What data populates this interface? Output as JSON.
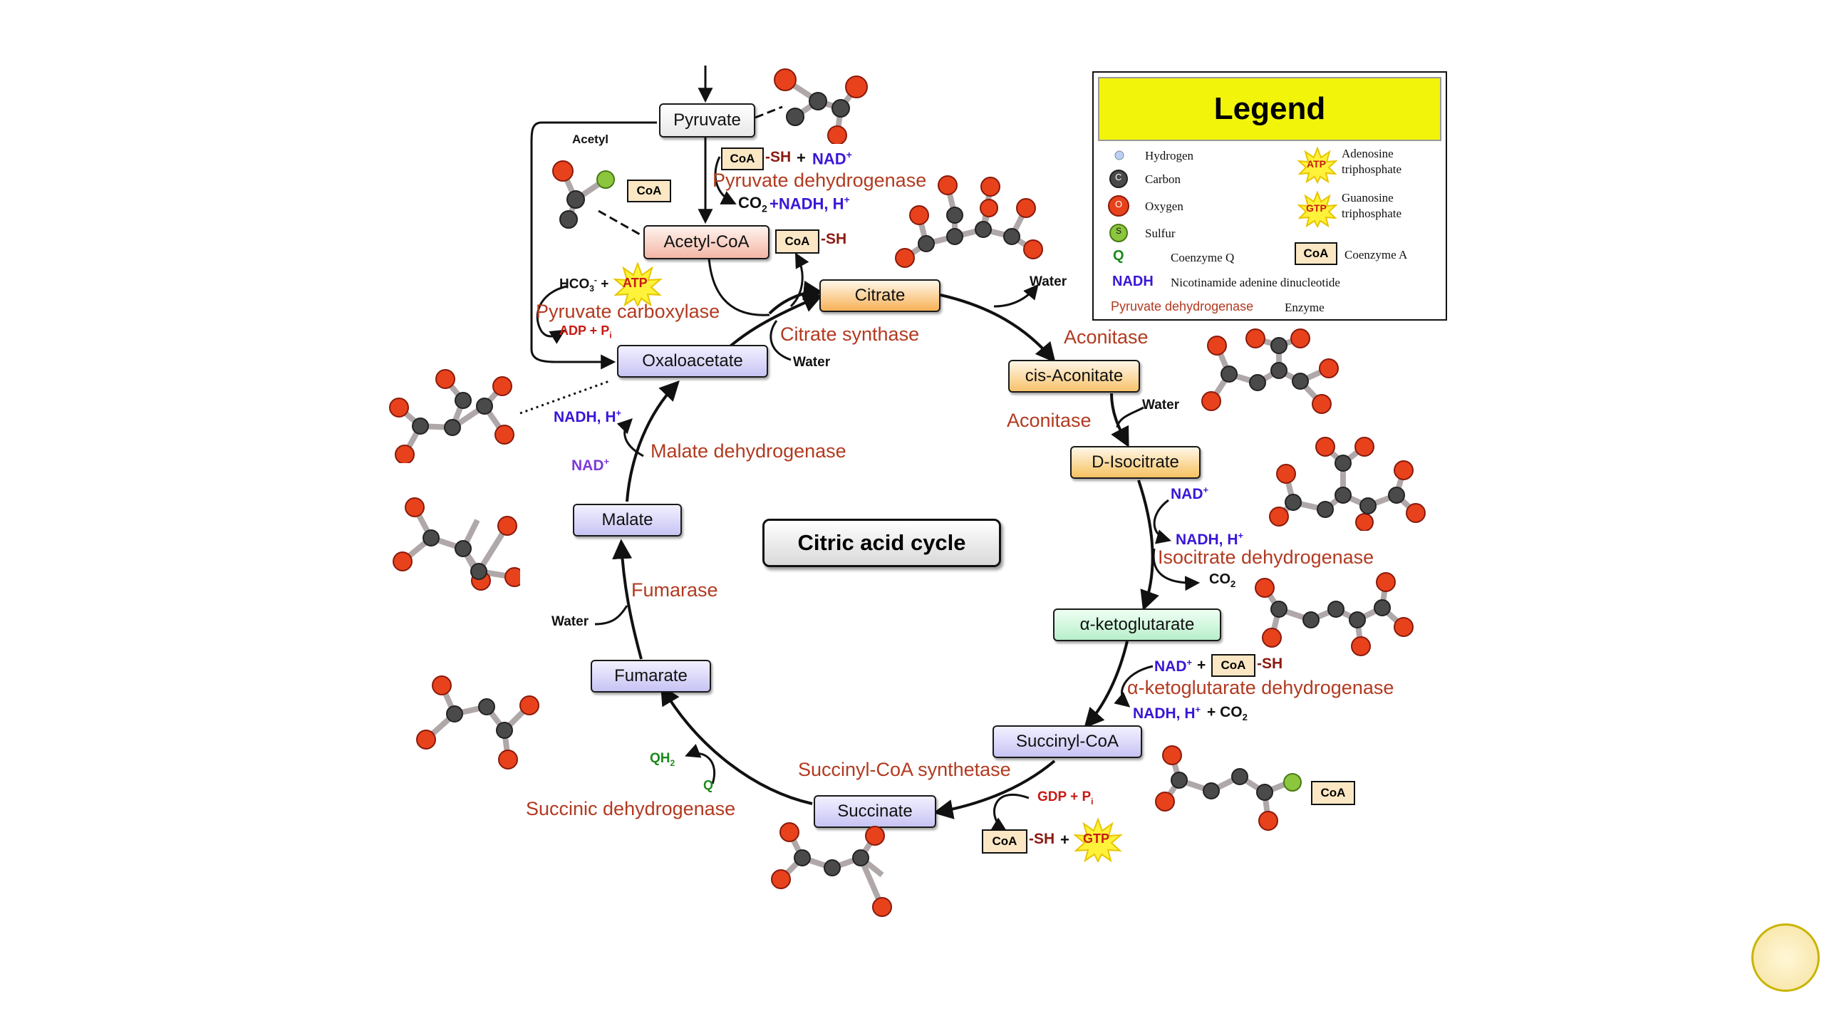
{
  "metabolites": {
    "pyruvate": "Pyruvate",
    "acetyl_coa": "Acetyl-CoA",
    "citrate": "Citrate",
    "cis_aconitate": "cis-Aconitate",
    "d_isocitrate": "D-Isocitrate",
    "alpha_ketoglutarate": "α-ketoglutarate",
    "succinyl_coa": "Succinyl-CoA",
    "succinate": "Succinate",
    "fumarate": "Fumarate",
    "malate": "Malate",
    "oxaloacetate": "Oxaloacetate"
  },
  "enzymes": {
    "pyruvate_dehydrogenase": "Pyruvate dehydrogenase",
    "pyruvate_carboxylase": "Pyruvate carboxylase",
    "citrate_synthase": "Citrate synthase",
    "aconitase_1": "Aconitase",
    "aconitase_2": "Aconitase",
    "isocitrate_dehydrogenase": "Isocitrate dehydrogenase",
    "akg_dehydrogenase": "α-ketoglutarate dehydrogenase",
    "succinyl_coa_synthetase": "Succinyl-CoA synthetase",
    "succinic_dehydrogenase": "Succinic dehydrogenase",
    "fumarase": "Fumarase",
    "malate_dehydrogenase": "Malate dehydrogenase"
  },
  "center_title": "Citric acid cycle",
  "cofactors": {
    "acetyl": "Acetyl",
    "coa": "CoA",
    "sh": "-SH",
    "plus": "+",
    "nad": "NAD",
    "nadh_h": "NADH, H",
    "sup_plus": "+",
    "co2": "CO",
    "sub2": "2",
    "co2_nadh": "+NADH, H",
    "hco3": "HCO",
    "sub3": "3",
    "sup_minus": "-",
    "atp": "ATP",
    "gtp": "GTP",
    "adp_pi": "ADP + P",
    "gdp_pi": "GDP + P",
    "sub_i": "i",
    "water": "Water",
    "qh2": "QH",
    "q": "Q",
    "plus_co2": "+ CO"
  },
  "legend": {
    "title": "Legend",
    "hydrogen": "Hydrogen",
    "carbon": "Carbon",
    "oxygen": "Oxygen",
    "sulfur": "Sulfur",
    "q_symbol": "Q",
    "coenzyme_q": "Coenzyme Q",
    "nadh_symbol": "NADH",
    "nadh_name": "Nicotinamide adenine dinucleotide",
    "enzyme_example": "Pyruvate dehydrogenase",
    "enzyme": "Enzyme",
    "atp_name_1": "Adenosine",
    "atp_name_2": "triphosphate",
    "gtp_name_1": "Guanosine",
    "gtp_name_2": "triphosphate",
    "coenzyme_a": "Coenzyme A",
    "c_letter": "C",
    "o_letter": "O",
    "s_letter": "S"
  },
  "colors": {
    "enzyme_text": "#b23a20",
    "nad_text": "#3a16d6",
    "atp_text": "#c81a14",
    "coq_text": "#1a8a1a",
    "oxygen": "#e8421c",
    "carbon": "#4a4a4a",
    "sulfur": "#8cc63f",
    "legend_title_bg": "#f2f50a"
  }
}
